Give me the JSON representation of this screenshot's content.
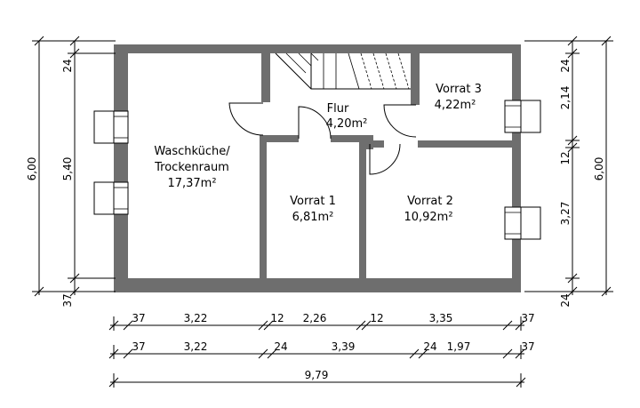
{
  "rooms": {
    "waschkueche": {
      "name_line1": "Waschküche/",
      "name_line2": "Trockenraum",
      "area": "17,37m²"
    },
    "flur": {
      "name": "Flur",
      "area": "4,20m²"
    },
    "vorrat1": {
      "name": "Vorrat 1",
      "area": "6,81m²"
    },
    "vorrat2": {
      "name": "Vorrat 2",
      "area": "10,92m²"
    },
    "vorrat3": {
      "name": "Vorrat 3",
      "area": "4,22m²"
    }
  },
  "dims_left": {
    "total": "6,00",
    "inner": "5,40",
    "top": "24",
    "bottom": "37"
  },
  "dims_right": {
    "total": "6,00",
    "top": "24",
    "d1": "2,14",
    "d2": "12",
    "d3": "3,27",
    "bottom": "24"
  },
  "dims_bottom_row1": [
    "37",
    "3,22",
    "12",
    "2,26",
    "12",
    "3,35",
    "37"
  ],
  "dims_bottom_row2": [
    "37",
    "3,22",
    "24",
    "3,39",
    "24",
    "1,97",
    "37"
  ],
  "dims_bottom_total": "9,79"
}
